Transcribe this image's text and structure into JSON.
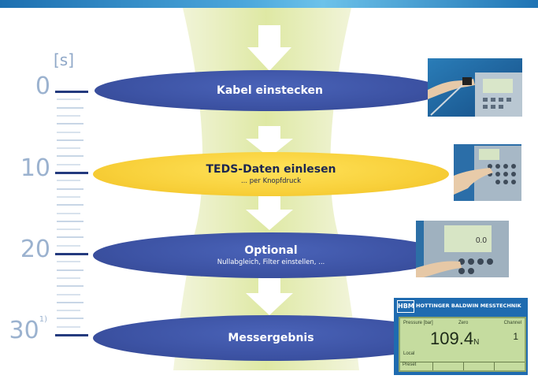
{
  "axis": {
    "unit": "[s]"
  },
  "time_labels": [
    {
      "value": "0",
      "footnote": ""
    },
    {
      "value": "10",
      "footnote": ""
    },
    {
      "value": "20",
      "footnote": ""
    },
    {
      "value": "30",
      "footnote": "1)"
    }
  ],
  "steps": [
    {
      "title": "Kabel einstecken",
      "subtitle": "",
      "color": "#3c52a3"
    },
    {
      "title": "TEDS-Daten einlesen",
      "subtitle": "... per Knopfdruck",
      "color": "#f8d03a"
    },
    {
      "title": "Optional",
      "subtitle": "Nullabgleich, Filter einstellen, ...",
      "color": "#3c52a3"
    },
    {
      "title": "Messergebnis",
      "subtitle": "",
      "color": "#3c52a3"
    }
  ],
  "display": {
    "logo": "HBM",
    "brand": "Hottinger Baldwin Messtechnik",
    "reading": "109.4",
    "unit": "N",
    "channel_label": "Channel",
    "channel_value": "1",
    "readout_label": "Zero",
    "status_left": "Pressure [bar]",
    "status_mid": "Local",
    "softkey_left": "Preset"
  },
  "colors": {
    "accent_blue": "#3c52a3",
    "accent_yellow": "#f8d03a",
    "tick_major": "#243a7e"
  }
}
